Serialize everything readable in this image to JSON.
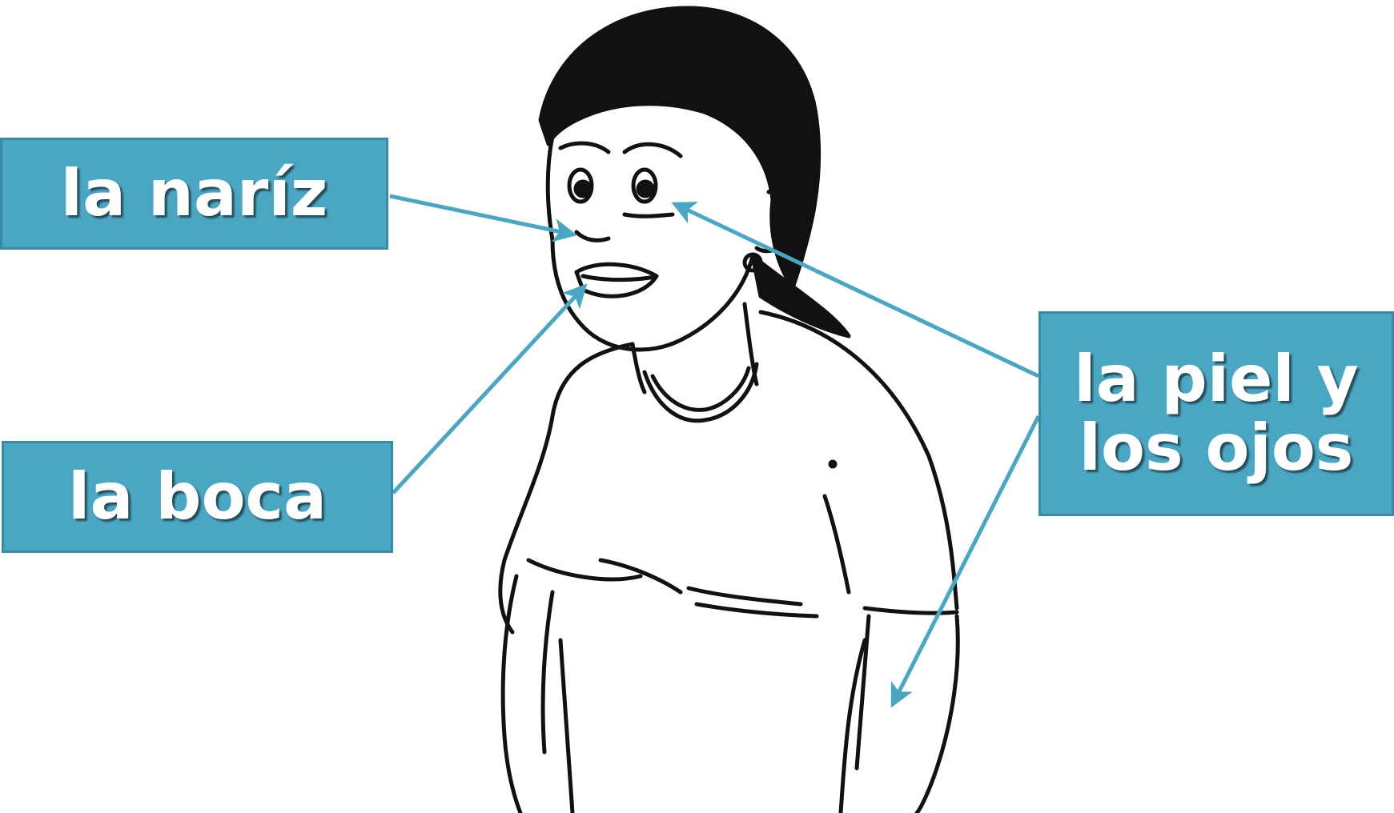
{
  "labels": {
    "nariz": "la naríz",
    "boca": "la boca",
    "piel_ojos": "la piel y\nlos ojos"
  },
  "colors": {
    "label_fill": "#4aa7c3",
    "label_border": "#3a8aa3",
    "arrow": "#4aa7c3",
    "ink": "#111111"
  }
}
